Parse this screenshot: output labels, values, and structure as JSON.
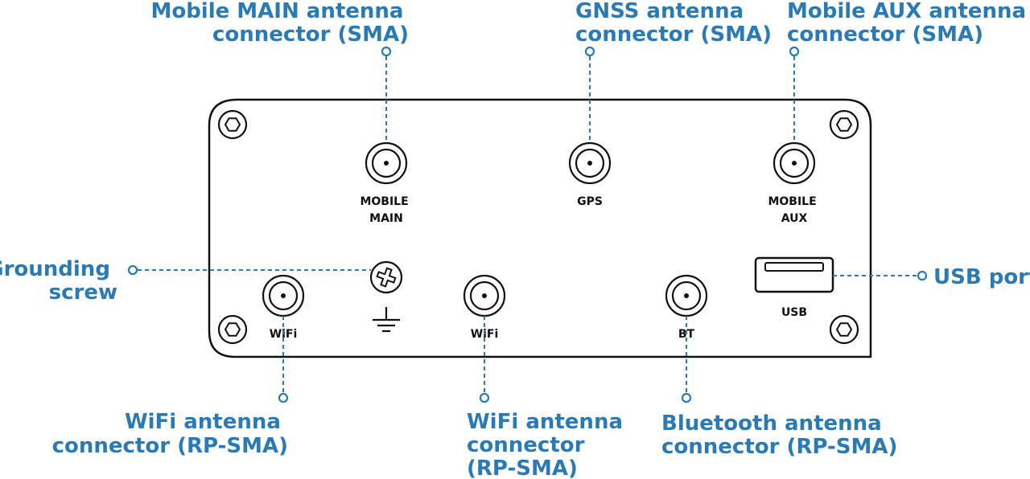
{
  "callouts": {
    "mobile_main": [
      "Mobile MAIN antenna",
      "connector (SMA)"
    ],
    "gnss": [
      "GNSS antenna",
      "connector (SMA)"
    ],
    "mobile_aux": [
      "Mobile AUX antenna",
      "connector (SMA)"
    ],
    "grounding": [
      "Grounding",
      "screw"
    ],
    "usb": [
      "USB port"
    ],
    "wifi_left": [
      "WiFi antenna",
      "connector (RP-SMA)"
    ],
    "wifi_center": [
      "WiFi antenna",
      "connector",
      "(RP-SMA)"
    ],
    "bluetooth": [
      "Bluetooth antenna",
      "connector (RP-SMA)"
    ]
  },
  "port_labels": {
    "mobile_main": [
      "MOBILE",
      "MAIN"
    ],
    "gps": [
      "GPS"
    ],
    "mobile_aux": [
      "MOBILE",
      "AUX"
    ],
    "wifi_left": [
      "WiFi"
    ],
    "wifi_center": [
      "WiFi"
    ],
    "bt": [
      "BT"
    ],
    "usb": [
      "USB"
    ]
  },
  "colors": {
    "callout": "#2a7ab5",
    "outline": "#111111"
  },
  "icons": [
    "hex-screw-icon",
    "sma-connector-icon",
    "ground-symbol-icon",
    "phillips-screw-icon",
    "usb-a-port-icon"
  ]
}
